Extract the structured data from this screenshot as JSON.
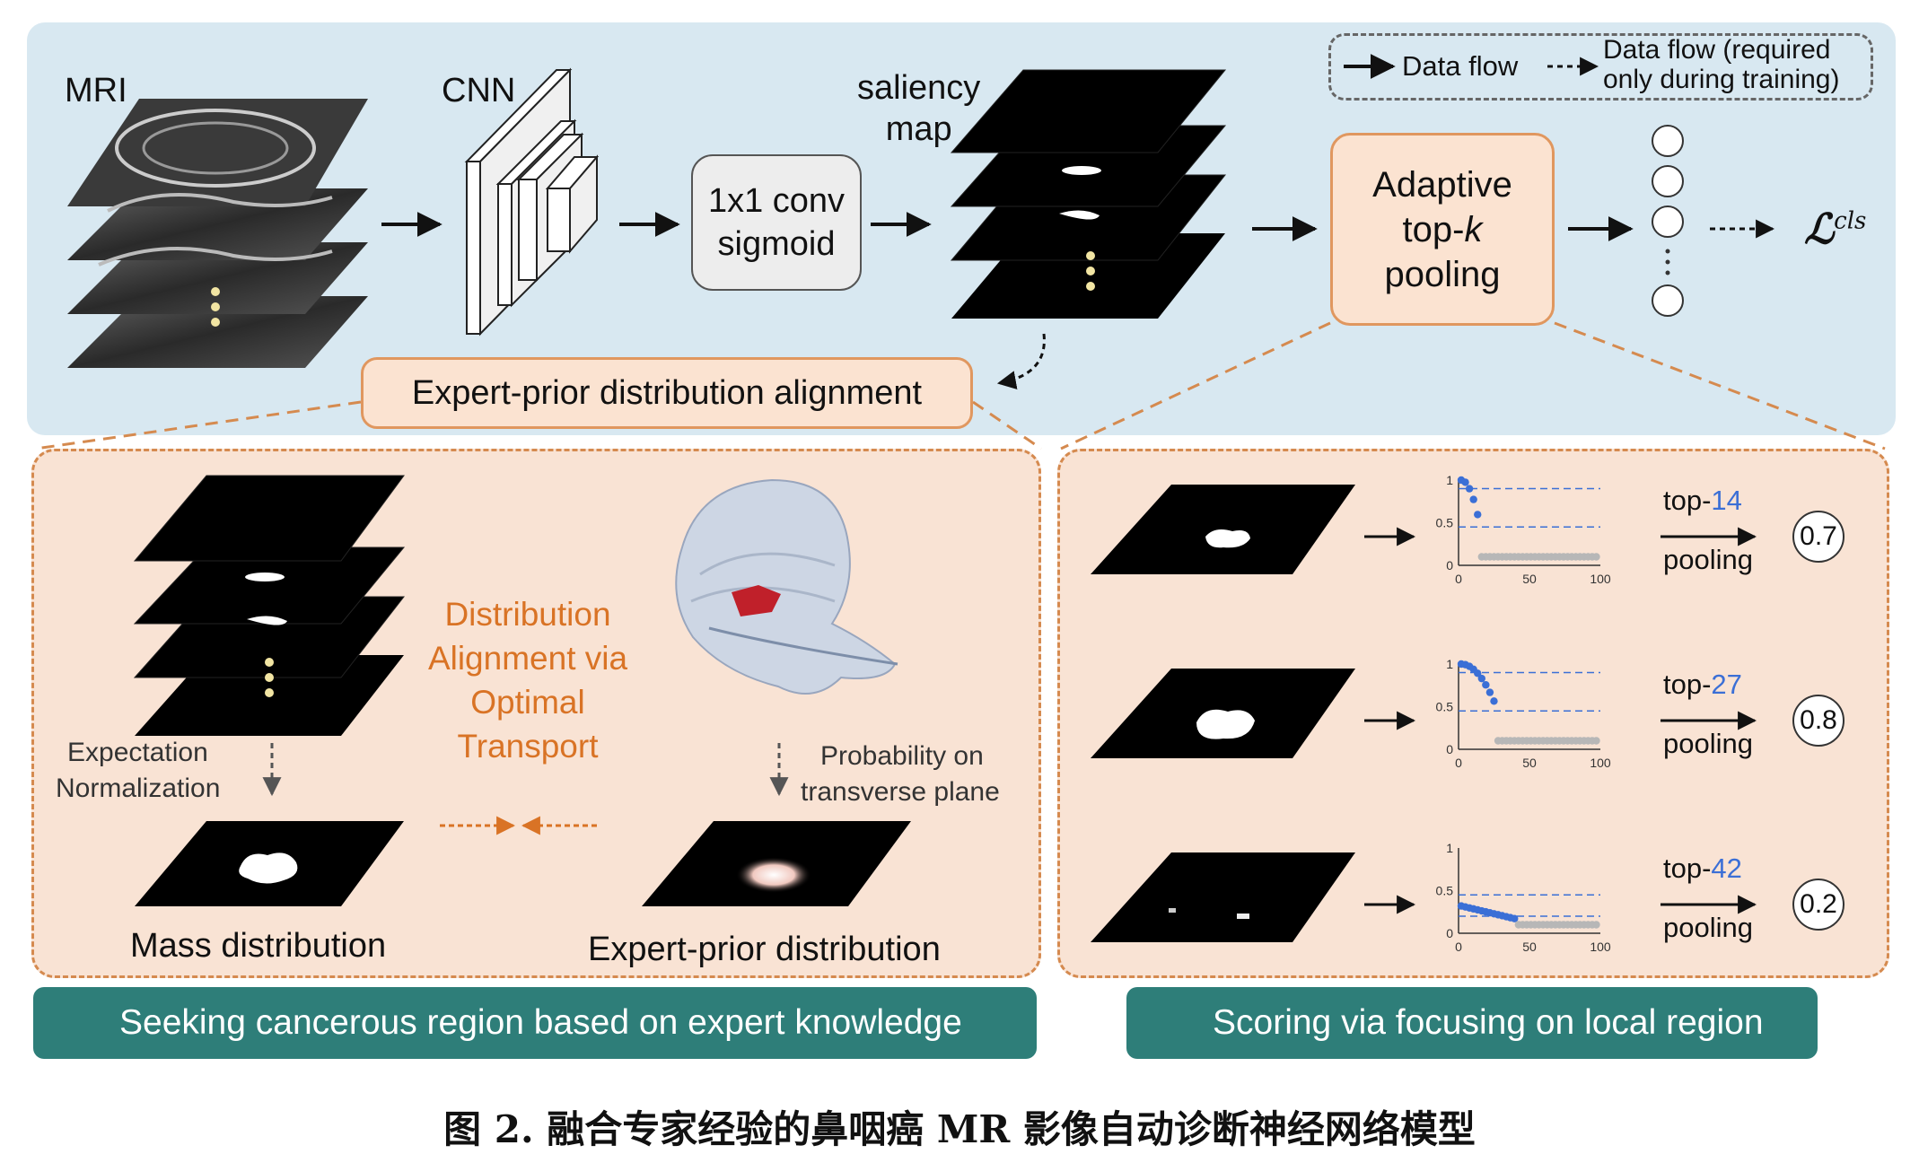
{
  "labels": {
    "mri": "MRI",
    "cnn": "CNN",
    "saliency": "saliency\nmap",
    "conv_line1": "1x1 conv",
    "conv_line2": "sigmoid",
    "pool_line1": "Adaptive",
    "pool_line2_prefix": "top-",
    "pool_line2_k": "k",
    "pool_line3": "pooling",
    "loss": "ℒ",
    "loss_sup": "cls",
    "alignment": "Expert-prior distribution alignment"
  },
  "legend": {
    "solid": "Data flow",
    "dashed": "Data flow (required only during training)"
  },
  "left_panel": {
    "ot_text": "Distribution Alignment via Optimal Transport",
    "expectation_line1": "Expectation",
    "expectation_line2": "Normalization",
    "probability_line1": "Probability on",
    "probability_line2": "transverse plane",
    "mass": "Mass distribution",
    "expert_prior": "Expert-prior distribution"
  },
  "right_panel": {
    "rows": [
      {
        "k": "14",
        "score": "0.7"
      },
      {
        "k": "27",
        "score": "0.8"
      },
      {
        "k": "42",
        "score": "0.2"
      }
    ],
    "topk_prefix": "top-",
    "pooling": "pooling",
    "axis_y": [
      "1",
      "0.5",
      "0"
    ],
    "axis_x": [
      "0",
      "50",
      "100"
    ]
  },
  "banners": {
    "left": "Seeking cancerous region based on expert knowledge",
    "right": "Scoring via focusing on local region"
  },
  "caption": "图 2.  融合专家经验的鼻咽癌 MR 影像自动诊断神经网络模型",
  "colors": {
    "top_panel": "#d8e8f1",
    "bottom_panel": "#f9e3d4",
    "accent_orange": "#d97325",
    "banner": "#2e7e79",
    "blue_points": "#3b6fd6"
  }
}
